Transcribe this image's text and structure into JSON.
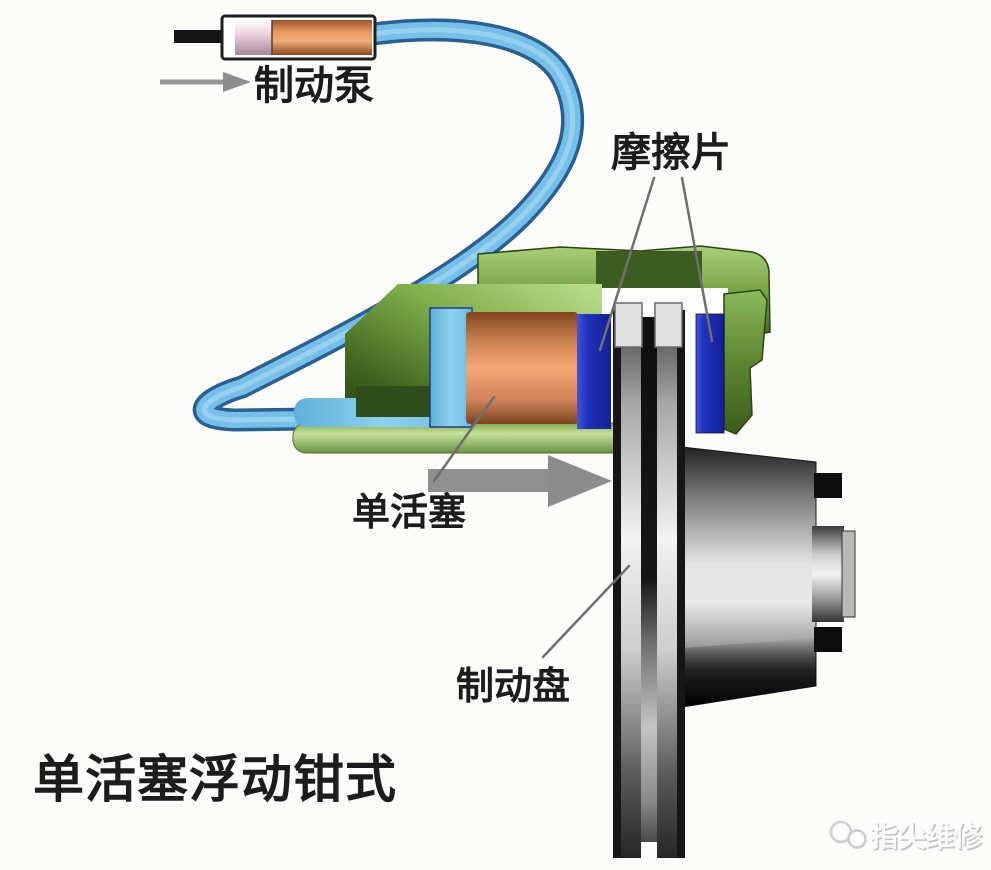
{
  "diagram": {
    "title": "单活塞浮动钳式",
    "labels": {
      "brake_pump": "制动泵",
      "friction_pads": "摩擦片",
      "single_piston": "单活塞",
      "brake_disc": "制动盘"
    },
    "watermark": "指尖维修",
    "colors": {
      "hose_fill": "#74c0e8",
      "hose_outline": "#2a5f93",
      "caliper_green_dark": "#2f4d1e",
      "caliper_green_light": "#aed47e",
      "piston_copper": "#ec9e70",
      "pad_blue": "#2232b4",
      "fluid_cyan": "#7cc6e8",
      "disc_silver": "#e3e3e3",
      "disc_edge_black": "#161616",
      "hub_gray": "#c7c7c7",
      "arrow_gray": "#8c8c8c",
      "text_color": "#1c1c1c",
      "background": "#fcfcfa"
    }
  }
}
